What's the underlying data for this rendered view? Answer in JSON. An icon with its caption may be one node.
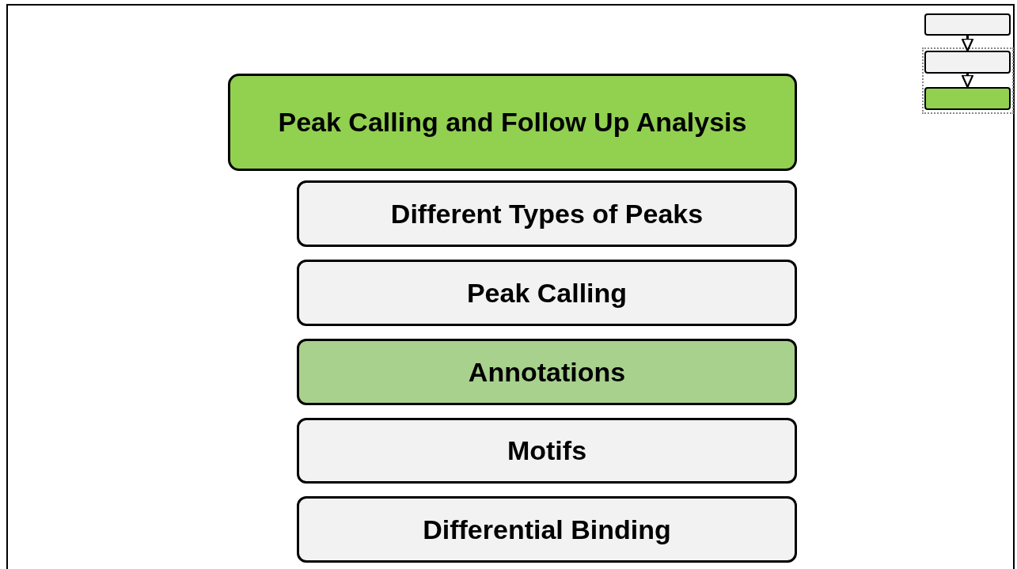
{
  "diagram": {
    "nodes": [
      {
        "text": [
          "Peak Calling and Follow Up Analysis"
        ]
      },
      {
        "text": [
          "Different Types of Peaks"
        ]
      },
      {
        "text": [
          "Peak Calling"
        ]
      },
      {
        "text": [
          "Annotations"
        ]
      },
      {
        "text": [
          "Motifs"
        ]
      },
      {
        "text": [
          "Differential Binding"
        ]
      },
      {
        "text": [],
        "shape": "box"
      },
      {
        "text": [],
        "shape": "box"
      },
      {
        "text": [],
        "shape": "box",
        "in": 7
      },
      {
        "text": [],
        "shape": "box",
        "in": 7
      }
    ],
    "edges": [
      {
        "from": 6,
        "to": 8,
        "arrow": "to"
      },
      {
        "from": 8,
        "to": 9,
        "arrow": "to"
      }
    ]
  }
}
